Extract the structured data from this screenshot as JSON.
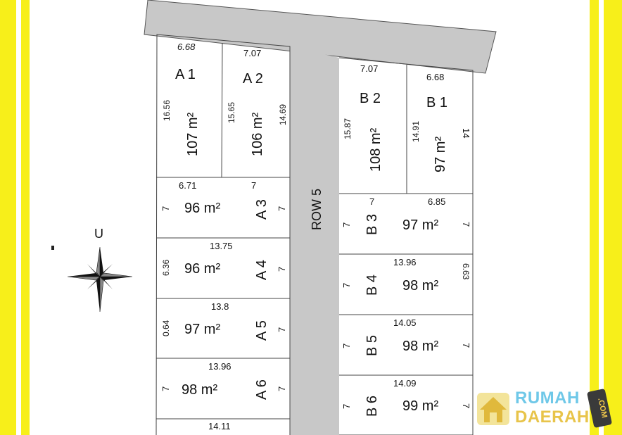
{
  "colors": {
    "frame": "#f7ef1a",
    "road": "#c8c8c8",
    "line": "#444444"
  },
  "road_label": "ROW 5",
  "compass_label": "U",
  "plots": {
    "A1": {
      "name": "A 1",
      "area": "107 m²",
      "top": "6.68",
      "left": "16.56"
    },
    "A2": {
      "name": "A 2",
      "area": "106 m²",
      "top": "7.07",
      "left": "15.65",
      "right": "14.69"
    },
    "A3": {
      "name": "A 3",
      "area": "96 m²",
      "top_a": "6.71",
      "top_b": "7",
      "left": "7",
      "right": "7"
    },
    "A4": {
      "name": "A 4",
      "area": "96 m²",
      "top": "13.75",
      "left": "6.36",
      "right": "7"
    },
    "A5": {
      "name": "A 5",
      "area": "97 m²",
      "top": "13.8",
      "left": "0.64",
      "right": "7"
    },
    "A6": {
      "name": "A 6",
      "area": "98 m²",
      "top": "13.96",
      "left": "7",
      "right": "7"
    },
    "A7": {
      "top": "14.11"
    },
    "B1": {
      "name": "B 1",
      "area": "97 m²",
      "top": "6.68",
      "left": "14.91",
      "right": "14"
    },
    "B2": {
      "name": "B 2",
      "area": "108 m²",
      "top": "7.07",
      "left": "15.87"
    },
    "B3": {
      "name": "B 3",
      "area": "97 m²",
      "top_a": "7",
      "top_b": "6.85",
      "left": "7",
      "right": "7"
    },
    "B4": {
      "name": "B 4",
      "area": "98 m²",
      "top": "13.96",
      "left": "7",
      "right": "6.63"
    },
    "B5": {
      "name": "B 5",
      "area": "98 m²",
      "top": "14.05",
      "left": "7",
      "right": "7"
    },
    "B6": {
      "name": "B 6",
      "area": "99 m²",
      "top": "14.09",
      "left": "7",
      "right": "7"
    }
  },
  "brand": {
    "line1": "RUMAH",
    "line2": "DAERAH",
    "badge": ".COM"
  }
}
